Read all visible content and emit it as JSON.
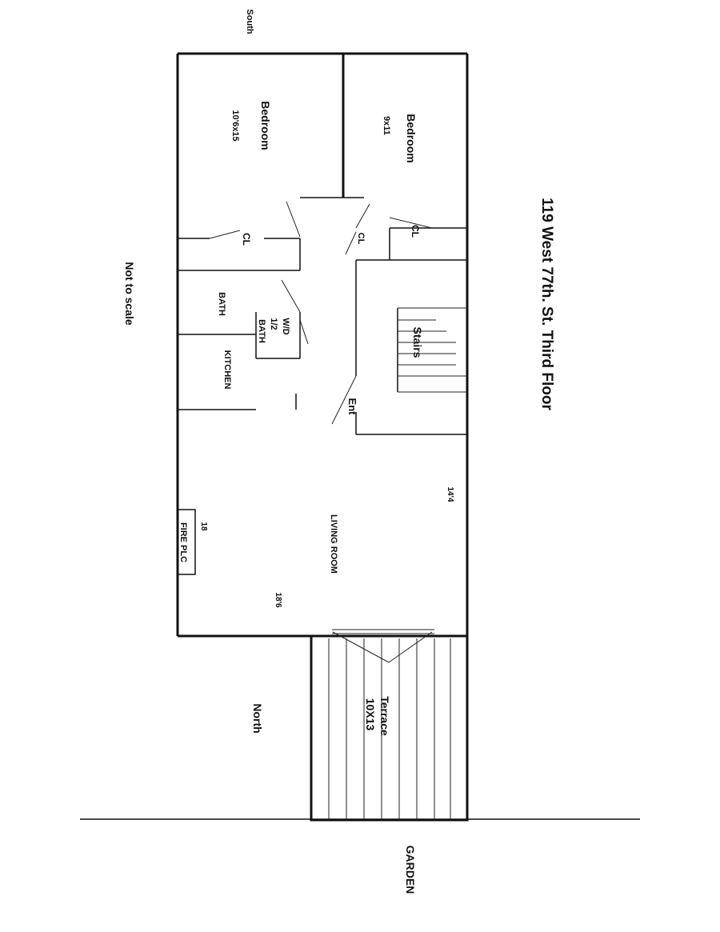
{
  "title": "119 West 77th. St. Third Floor",
  "compass": {
    "south": "South",
    "north": "North"
  },
  "note": "Not to scale",
  "outside": {
    "garden": "GARDEN"
  },
  "rooms": {
    "bedroom_left": {
      "name": "Bedroom",
      "size": "10'6x15"
    },
    "bedroom_right": {
      "name": "Bedroom",
      "size": "9x11"
    },
    "closet_left": "CL",
    "closet_mid": "CL",
    "closet_right": "CL",
    "bath": "BATH",
    "wd": "W/D",
    "half_bath_1": "1/2",
    "half_bath_2": "BATH",
    "kitchen": "KITCHEN",
    "stairs": "Stairs",
    "entry": "Ent",
    "living_room": "LIVING ROOM",
    "fireplace": "FIRE PLC",
    "terrace": {
      "name": "Terrace",
      "size": "10X13"
    }
  },
  "dimensions": {
    "d18": "18",
    "d18_6": "18'6",
    "d14_4": "14'4"
  }
}
